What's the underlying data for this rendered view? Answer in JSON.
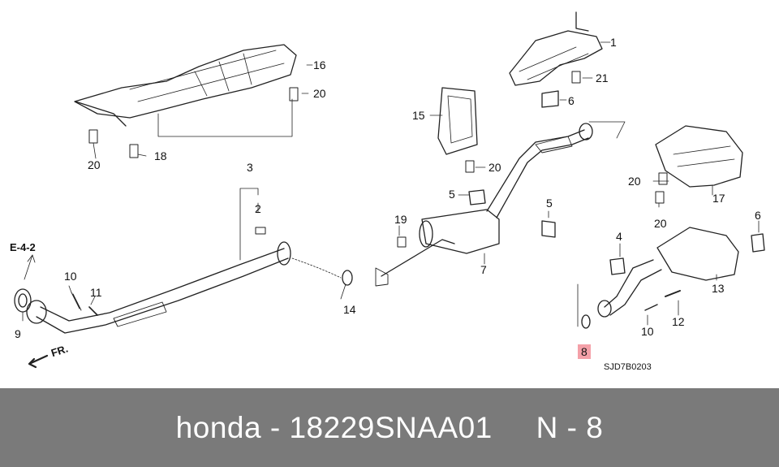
{
  "diagram": {
    "reference_section": "E-4-2",
    "front_marker": "FR.",
    "drawing_code": "SJD7B0203",
    "highlighted_callout": "8",
    "callouts": {
      "c1": "1",
      "c2": "2",
      "c3": "3",
      "c4": "4",
      "c5a": "5",
      "c5b": "5",
      "c6a": "6",
      "c6b": "6",
      "c7": "7",
      "c8": "8",
      "c9": "9",
      "c10a": "10",
      "c10b": "10",
      "c11": "11",
      "c12": "12",
      "c13": "13",
      "c14": "14",
      "c15": "15",
      "c16": "16",
      "c17": "17",
      "c18": "18",
      "c19": "19",
      "c20a": "20",
      "c20b": "20",
      "c20c": "20",
      "c20d": "20",
      "c20e": "20",
      "c21": "21"
    }
  },
  "caption": {
    "text": "honda - 18229SNAA01     N - 8"
  }
}
